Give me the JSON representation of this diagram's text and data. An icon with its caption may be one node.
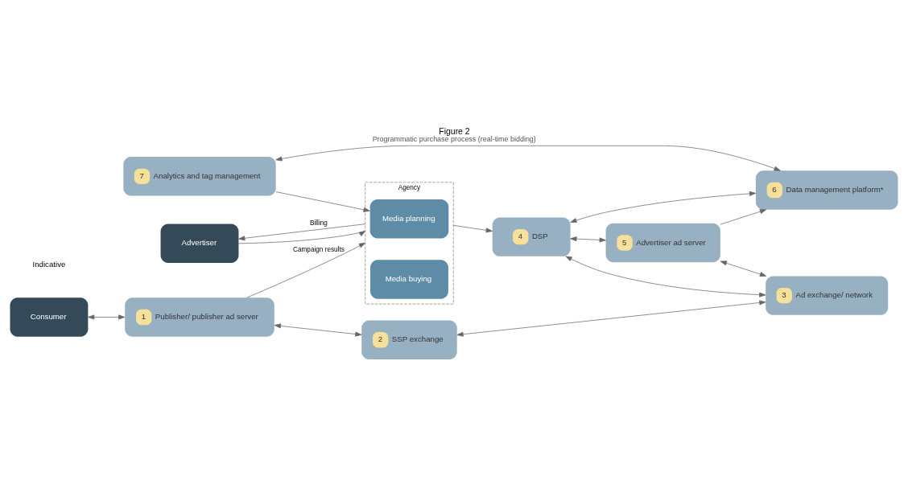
{
  "diagram": {
    "title": "Figure 2",
    "caption": "Programmatic purchase process (real-time bidding)",
    "nodes": [
      {
        "text": [
          "Advertiser"
        ]
      },
      {
        "text": [
          "Agency"
        ]
      },
      {
        "text": [
          "Media planning"
        ],
        "in": 1
      },
      {
        "text": [
          "Media buying"
        ],
        "in": 1
      },
      {
        "text": [
          "7",
          "Analytics and tag management"
        ]
      },
      {
        "text": [
          "6",
          "Data management platform*"
        ]
      },
      {
        "text": [
          "4",
          "DSP"
        ]
      },
      {
        "text": [
          "5",
          "Advertiser ad server"
        ]
      },
      {
        "text": [
          "Consumer"
        ]
      },
      {
        "text": [
          "1",
          "Publisher/ publisher ad server"
        ]
      },
      {
        "text": [
          "2",
          "SSP exchange"
        ]
      },
      {
        "text": [
          "3",
          "Ad exchange/ network"
        ]
      }
    ],
    "edges": [
      {
        "from": 0,
        "to": 1,
        "arrow": "to"
      },
      {
        "from": 1,
        "to": 0,
        "arrow": "to",
        "label": "Billing"
      },
      {
        "from": 4,
        "to": 2,
        "arrow": "to"
      },
      {
        "from": 4,
        "to": 5,
        "arrow": "both"
      },
      {
        "from": 1,
        "to": 6,
        "arrow": "to"
      },
      {
        "from": 5,
        "to": 6,
        "arrow": "both"
      },
      {
        "from": 6,
        "to": 7,
        "arrow": "both"
      },
      {
        "from": 7,
        "to": 5,
        "arrow": "to"
      },
      {
        "from": 7,
        "to": 11,
        "arrow": "both"
      },
      {
        "from": 11,
        "to": 6,
        "arrow": "both"
      },
      {
        "from": 8,
        "to": 9,
        "arrow": "both"
      },
      {
        "from": 9,
        "to": 1,
        "arrow": "to",
        "label": "Campaign results"
      },
      {
        "from": 9,
        "to": 10,
        "arrow": "both"
      },
      {
        "from": 10,
        "to": 11,
        "arrow": "both"
      }
    ],
    "labels": [
      "Indicative"
    ]
  }
}
